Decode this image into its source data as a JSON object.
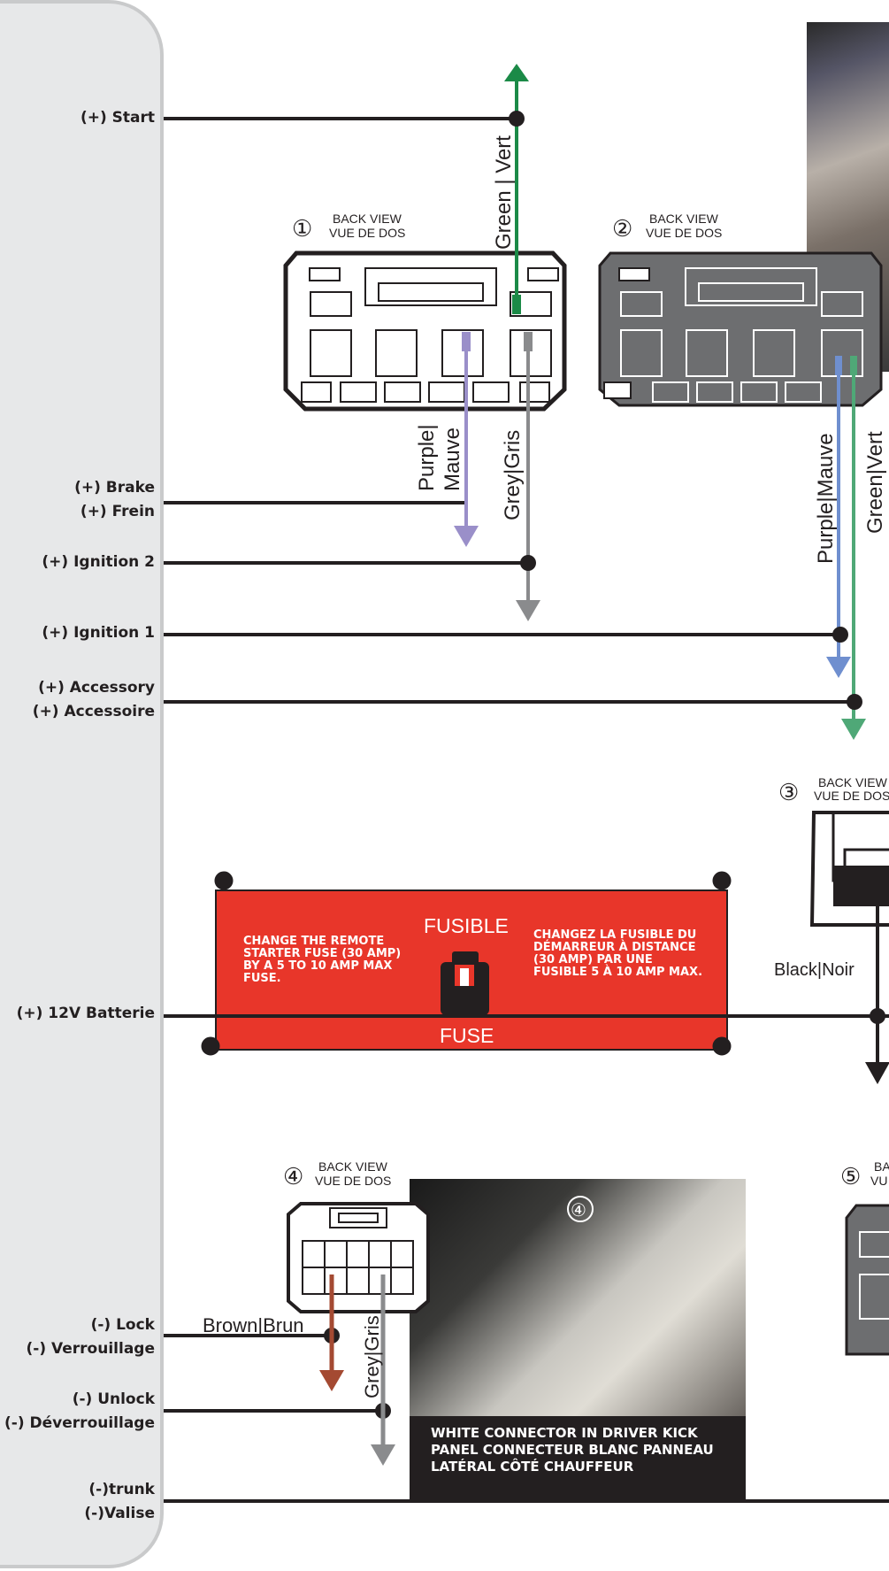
{
  "labels": {
    "start": "(+) Start",
    "brake_en": "(+) Brake",
    "brake_fr": "(+) Frein",
    "ign2": "(+) Ignition 2",
    "ign1": "(+) Ignition 1",
    "acc_en": "(+) Accessory",
    "acc_fr": "(+) Accessoire",
    "batt": "(+) 12V Batterie",
    "lock_en": "(-) Lock",
    "lock_fr": "(-) Verrouillage",
    "unlock_en": "(-) Unlock",
    "unlock_fr": "(-) Déverrouillage",
    "trunk_en": "(-)trunk",
    "trunk_fr": "(-)Valise"
  },
  "connectors": {
    "c1": {
      "num": "①",
      "line1": "BACK VIEW",
      "line2": "VUE DE DOS"
    },
    "c2": {
      "num": "②",
      "line1": "BACK VIEW",
      "line2": "VUE DE DOS"
    },
    "c3": {
      "num": "③",
      "line1": "BACK VIEW",
      "line2": "VUE DE DOS"
    },
    "c4": {
      "num": "④",
      "line1": "BACK VIEW",
      "line2": "VUE DE DOS"
    },
    "c5": {
      "num": "⑤",
      "line1": "BA",
      "line2": "VU"
    }
  },
  "wires": {
    "green_vert_1": "Green | Vert",
    "purple_mauve_1a": "Purple|",
    "purple_mauve_1b": "Mauve",
    "grey_gris_1": "Grey|Gris",
    "purple_mauve_2": "Purple|Mauve",
    "green_vert_2": "Green|Vert",
    "black_noir": "Black|Noir",
    "brown_brun": "Brown|Brun",
    "grey_gris_4": "Grey|Gris"
  },
  "fuse": {
    "english": "CHANGE THE REMOTE STARTER FUSE (30 AMP) BY A 5 TO 10 AMP MAX FUSE.",
    "french": "CHANGEZ LA FUSIBLE DU DÉMARREUR À DISTANCE (30 AMP) PAR UNE FUSIBLE  5 À 10 AMP MAX.",
    "fusible": "FUSIBLE",
    "fuse": "FUSE"
  },
  "photo4": {
    "num": "④",
    "caption": "WHITE CONNECTOR IN DRIVER KICK PANEL CONNECTEUR BLANC PANNEAU LATÉRAL CÔTÉ CHAUFFEUR"
  },
  "colors": {
    "green": "#1b8a47",
    "green_light": "#4fa877",
    "purple": "#9a8fc9",
    "blue_purple": "#6f8fcf",
    "grey": "#8a8b8d",
    "brown": "#a44a32",
    "red_fuse": "#e8362a",
    "black": "#231f20"
  }
}
